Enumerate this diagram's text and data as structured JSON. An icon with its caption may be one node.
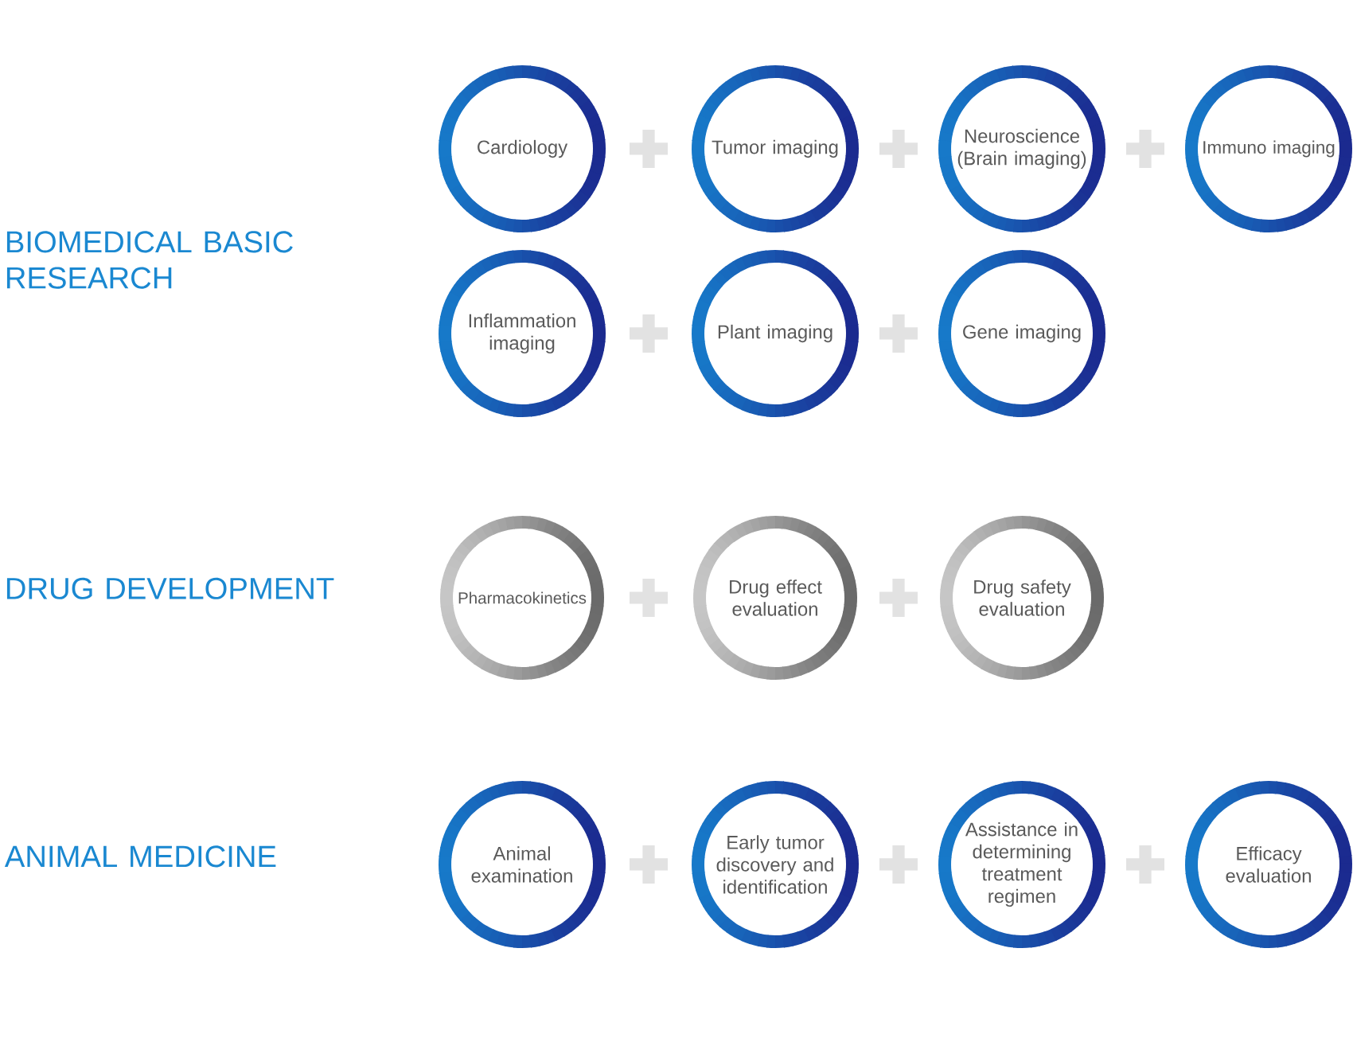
{
  "diagram": {
    "nodes": [
      {
        "text": [
          "Cardiology"
        ]
      },
      {
        "text": [
          "Tumor imaging"
        ]
      },
      {
        "text": [
          "Neuroscience (Brain imaging)"
        ]
      },
      {
        "text": [
          "Immuno imaging"
        ]
      },
      {
        "text": [
          "Inflammation imaging"
        ]
      },
      {
        "text": [
          "Plant imaging"
        ]
      },
      {
        "text": [
          "Gene imaging"
        ]
      },
      {
        "text": [
          "Pharmacokinetics"
        ]
      },
      {
        "text": [
          "Drug effect evaluation"
        ]
      },
      {
        "text": [
          "Drug safety evaluation"
        ]
      },
      {
        "text": [
          "Animal examination"
        ]
      },
      {
        "text": [
          "Early tumor discovery and identification"
        ]
      },
      {
        "text": [
          "Assistance in determining treatment regimen"
        ]
      },
      {
        "text": [
          "Efficacy evaluation"
        ]
      }
    ],
    "labels": [
      "BIOMEDICAL BASIC RESEARCH",
      "DRUG DEVELOPMENT",
      "ANIMAL MEDICINE"
    ]
  }
}
